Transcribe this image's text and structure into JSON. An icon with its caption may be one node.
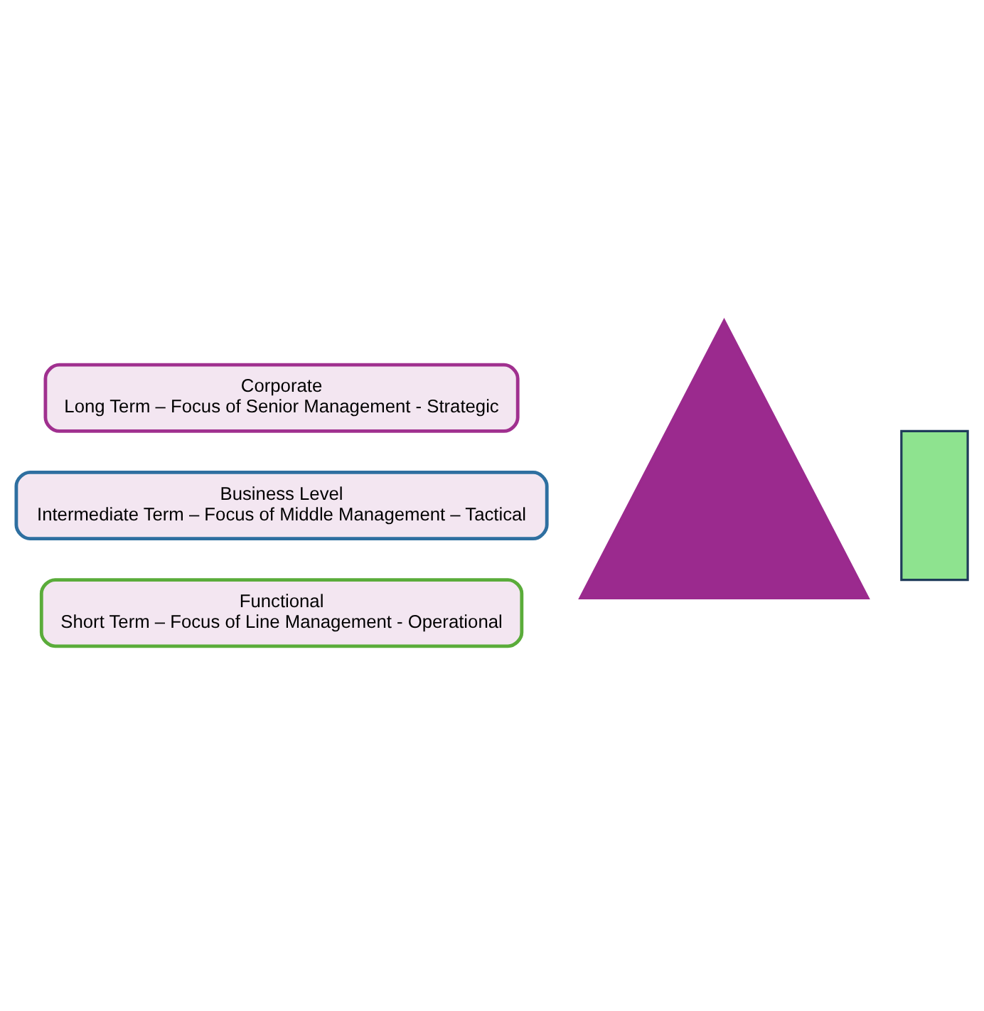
{
  "diagram": {
    "nodes": [
      {
        "text": [],
        "shape": "triangle"
      },
      {
        "text": [
          "Corporate",
          "Long Term – Focus of Senior Management - Strategic"
        ]
      },
      {
        "text": [
          "Business Level",
          "Intermediate Term – Focus of Middle Management – Tactical"
        ]
      },
      {
        "text": [
          "Functional",
          "Short Term – Focus of Line Management - Operational"
        ]
      },
      {
        "text": [],
        "shape": "box"
      }
    ],
    "edges": []
  }
}
